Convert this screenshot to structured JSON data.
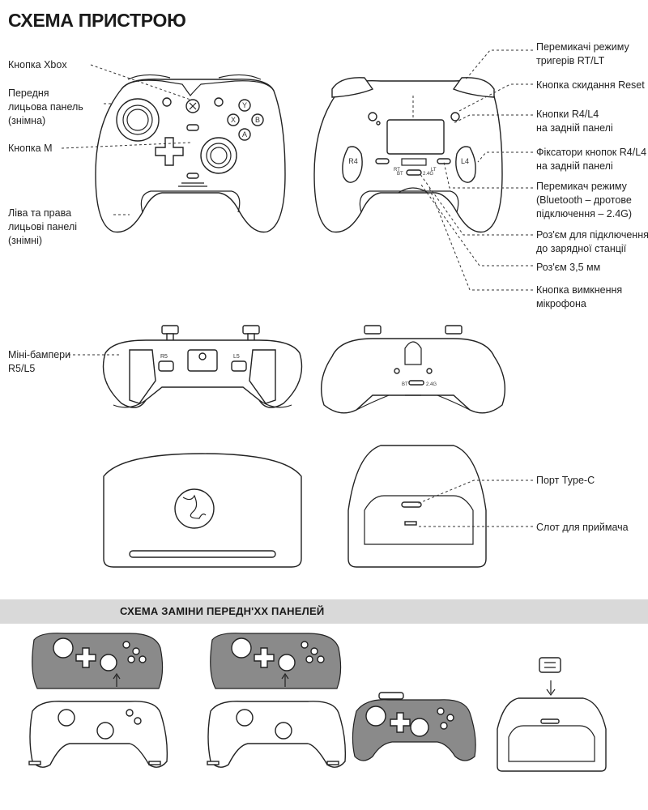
{
  "page": {
    "title": "СХЕМА ПРИСТРОЮ",
    "banner": "СХЕМА ЗАМІНИ ПЕРЕДН'ХХ ПАНЕЛЕЙ"
  },
  "labels_left": {
    "xbox_button": "Кнопка Xbox",
    "front_panel": "Передня\nлицьова панель\n(знімна)",
    "m_button": "Кнопка M",
    "side_panels": "Ліва та права\nлицьові панелі\n(знімні)",
    "mini_bumpers": "Міні-бампери\nR5/L5"
  },
  "labels_right": {
    "trigger_switch": "Перемикачі режиму\nтригерів RT/LT",
    "reset_button": "Кнопка скидання Reset",
    "back_buttons": "Кнопки R4/L4\nна задній панелі",
    "back_locks": "Фіксатори кнопок R4/L4\nна задній панелі",
    "mode_switch": "Перемикач режиму\n(Bluetooth – дротове\nпідключення – 2.4G)",
    "dock_connector": "Роз'єм для підключення\nдо зарядної станції",
    "jack": "Роз'єм 3,5 мм",
    "mic_button": "Кнопка вимкнення\nмікрофона",
    "usb_port": "Порт Type-C",
    "receiver_slot": "Слот для приймача"
  },
  "diagram_text": {
    "btn_y": "Y",
    "btn_x": "X",
    "btn_b": "B",
    "btn_a": "A",
    "r4": "R4",
    "l4": "L4",
    "r5": "R5",
    "l5": "L5",
    "rt": "RT",
    "lt": "LT",
    "bt": "BT",
    "g24": "2.4G",
    "bt2": "BT",
    "g242": "2.4G"
  }
}
